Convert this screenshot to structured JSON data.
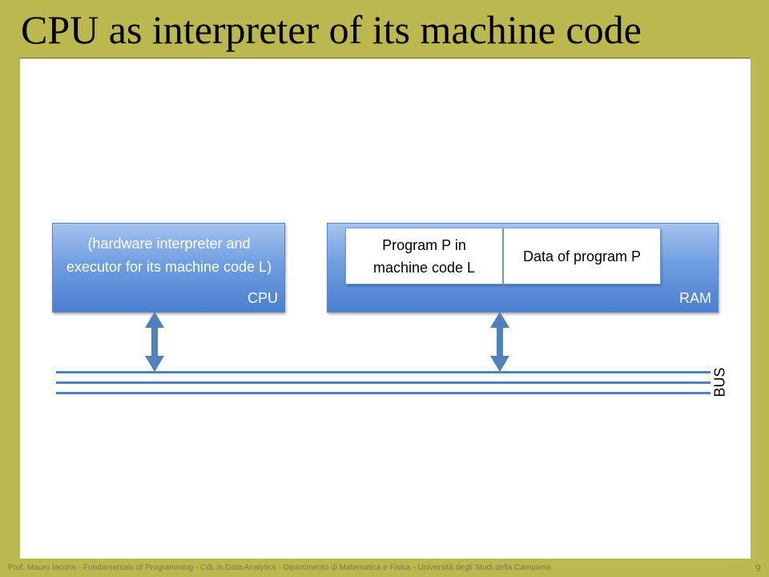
{
  "slide": {
    "title": "CPU as interpreter of its machine code",
    "footer": "Prof. Mauro Iacono - Fundamentals of Programming - CdL in Data Analytics - Dipartimento di Matematica e Fisica - Università degli Studi della Campania",
    "page_number": "9"
  },
  "diagram": {
    "cpu": {
      "description": "(hardware interpreter and executor for its machine code L)",
      "label": "CPU"
    },
    "ram": {
      "label": "RAM",
      "cells": [
        {
          "text": "Program P in machine code L"
        },
        {
          "text": "Data of program P"
        }
      ]
    },
    "bus": {
      "label": "BUS"
    }
  },
  "colors": {
    "background": "#bab84e",
    "box_fill": "#5b8ed8",
    "bus_line": "#4f81bd",
    "arrow": "#4f81bd"
  }
}
